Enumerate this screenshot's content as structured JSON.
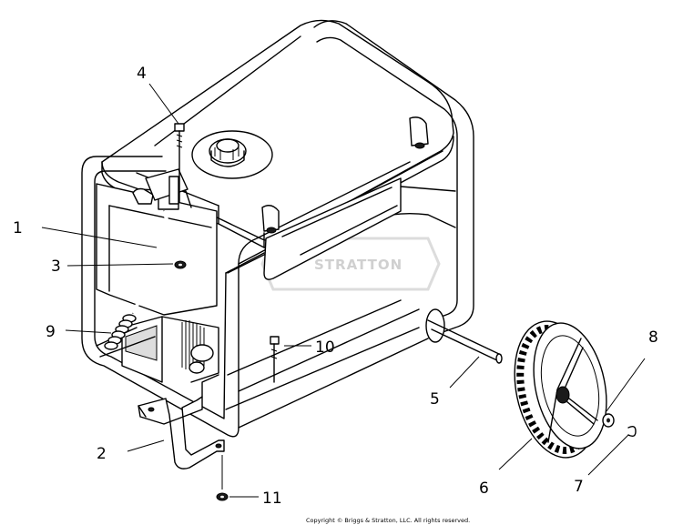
{
  "callouts": [
    {
      "id": "1",
      "label": "1"
    },
    {
      "id": "2",
      "label": "2"
    },
    {
      "id": "3",
      "label": "3"
    },
    {
      "id": "4",
      "label": "4"
    },
    {
      "id": "5",
      "label": "5"
    },
    {
      "id": "6",
      "label": "6"
    },
    {
      "id": "7",
      "label": "7"
    },
    {
      "id": "8",
      "label": "8"
    },
    {
      "id": "9",
      "label": "9"
    },
    {
      "id": "10",
      "label": "10"
    },
    {
      "id": "11",
      "label": "11"
    }
  ],
  "watermark": "STRATTON",
  "copyright": "Copyright © Briggs & Stratton, LLC. All rights reserved."
}
